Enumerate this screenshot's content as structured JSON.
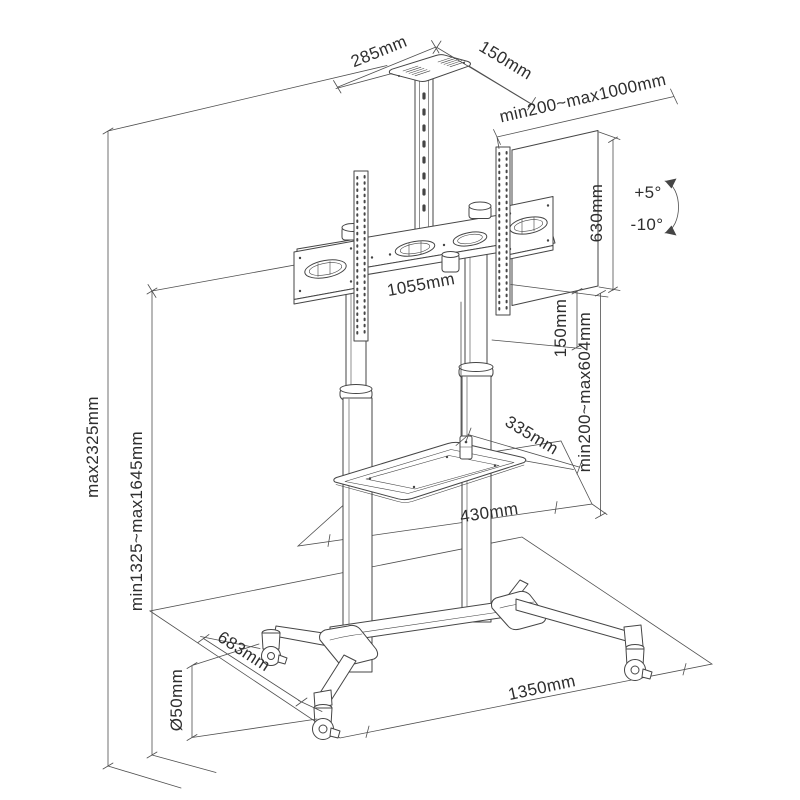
{
  "diagram": {
    "description": "technical dimension drawing of a mobile TV floor stand with casters",
    "colors": {
      "background": "#ffffff",
      "line": "#454545",
      "text": "#2e2e2e"
    },
    "labels": {
      "top_tray_width": "285mm",
      "top_tray_depth": "150mm",
      "vesa_width_range": "min200~max1000mm",
      "panel_height": "630mm",
      "tilt_up": "+5°",
      "tilt_down": "-10°",
      "crossbar_width": "1055mm",
      "bracket_shelf_gap": "150mm",
      "shelf_height_range": "min200~max604mm",
      "shelf_depth": "335mm",
      "shelf_width": "430mm",
      "overall_max_height": "max2325mm",
      "column_height_range": "min1325~max1645mm",
      "base_depth": "683mm",
      "caster_diameter": "Ø50mm",
      "base_width": "1350mm"
    }
  }
}
